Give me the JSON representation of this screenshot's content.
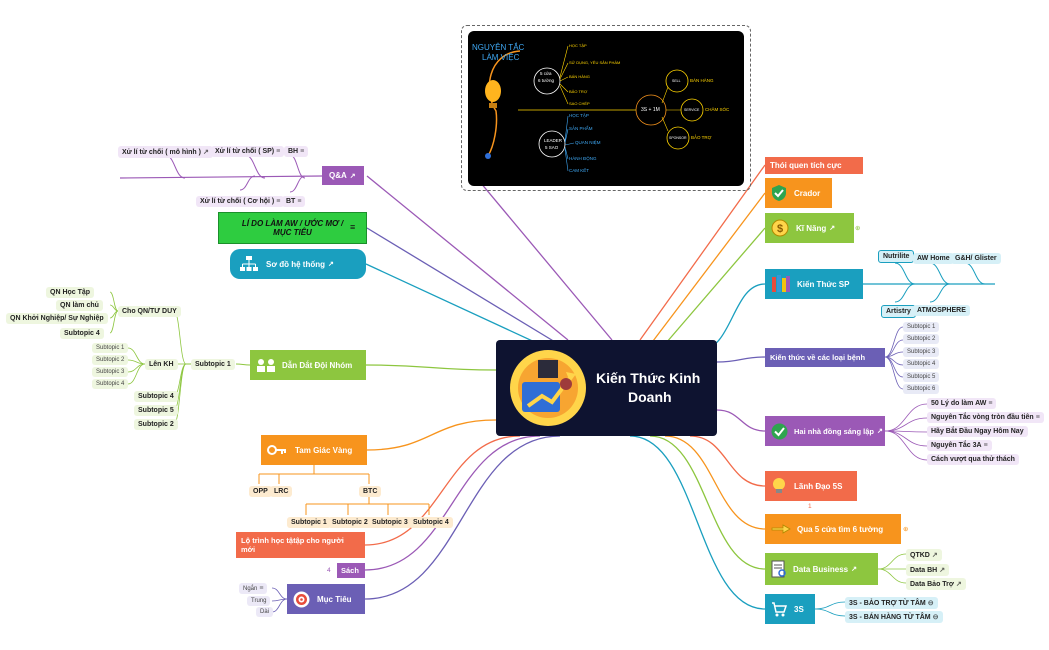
{
  "center": {
    "title_line1": "Kiến Thức Kinh",
    "title_line2": "Doanh"
  },
  "image_panel": {
    "heading_line1": "NGUYÊN TẮC",
    "heading_line2": "LÀM VIỆC",
    "five_doors_line1": "5 cửa",
    "five_doors_line2": "6 tường",
    "five_doors_items": [
      "HỌC TẬP",
      "SỬ DỤNG, YÊU SẢN PHẨM",
      "BÁN HÀNG",
      "BẢO TRỢ",
      "SAO CHÉP"
    ],
    "leader_line1": "LEADER",
    "leader_line2": "5 SAO",
    "leader_items": [
      "HỌC TẬP",
      "SẢN PHẨM",
      "QUAN NIỆM",
      "HÀNH ĐỘNG",
      "CAM KẾT"
    ],
    "hub": "3S + 1M",
    "right_nodes": [
      "SELL",
      "SERVICE",
      "SPONSOR"
    ],
    "right_labels": [
      "BÁN HÀNG",
      "CHĂM SÓC",
      "BẢO TRỢ"
    ]
  },
  "right": {
    "thoi_quen": "Thói quen tích cực",
    "crador": "Crador",
    "ki_nang": "Kĩ Năng",
    "kien_thuc_sp": "Kiến Thức SP",
    "sp_tags": [
      "Nutrilite",
      "AW Home",
      "G&H/ Glister",
      "Artistry",
      "ATMOSPHERE"
    ],
    "benh": "Kiến thức về các loại bệnh",
    "benh_subs": [
      "Subtopic 1",
      "Subtopic 2",
      "Subtopic 3",
      "Subtopic 4",
      "Subtopic 5",
      "Subtopic 6"
    ],
    "hai_nha": "Hai nhà đồng sáng lập",
    "hai_nha_items": [
      "50 Lý do làm AW",
      "Nguyên Tắc vòng tròn đầu tiên",
      "Hãy Bắt Đầu Ngay Hôm Nay",
      "Nguyên Tắc 3A",
      "Cách vượt qua thử thách"
    ],
    "lanh_dao": "Lãnh Đạo 5S",
    "qua5": "Qua 5 cửa tìm 6 tường",
    "data_business": "Data Business",
    "data_items": [
      "QTKD",
      "Data BH",
      "Data Bảo Trợ"
    ],
    "s3": "3S",
    "s3_items": [
      "3S - BẢO TRỢ TỪ TÂM",
      "3S - BÁN HÀNG TỪ TÂM"
    ],
    "counter_1": "1"
  },
  "left": {
    "qa": "Q&A",
    "qa_items": [
      "Xử lí từ chối ( mô hình )",
      "Xử lí từ chối ( SP)",
      "BH",
      "Xử lí từ chối ( Cơ hội )",
      "BT"
    ],
    "li_do_line1": "LÍ DO LÀM AW / ƯỚC MƠ /",
    "li_do_line2": "MỤC TIÊU",
    "so_do": "Sơ đồ hệ thống",
    "dan_dat": "Dẫn Dắt Đội Nhóm",
    "subtopic1": "Subtopic 1",
    "cho_qn": "Cho QN/TƯ DUY",
    "qn_items": [
      "QN Học Tập",
      "QN làm chủ",
      "QN Khởi Nghiệp/ Sự Nghiệp",
      "Subtopic 4"
    ],
    "len_kh": "Lên KH",
    "kh_items": [
      "Subtopic 1",
      "Subtopic 2",
      "Subtopic 3",
      "Subtopic 4"
    ],
    "other_subs": [
      "Subtopic 4",
      "Subtopic 5",
      "Subtopic 2"
    ],
    "tam_giac": "Tam Giác Vàng",
    "tg_items": [
      "OPP",
      "LRC",
      "BTC"
    ],
    "btc_subs": [
      "Subtopic 1",
      "Subtopic 2",
      "Subtopic 3",
      "Subtopic 4"
    ],
    "lo_trinh_line1": "Lộ trình học tậtập cho người",
    "lo_trinh_line2": "mới",
    "sach": "Sách",
    "sach_count": "4",
    "muc_tieu": "Mục Tiêu",
    "mt_items": [
      "Ngắn",
      "Trung",
      "Dài"
    ]
  },
  "colors": {
    "purple": "#9b59b6",
    "green": "#8dc63f",
    "teal": "#1a9fbf",
    "orange": "#f7941d",
    "coral": "#f26b4a",
    "indigo": "#6b5fb5",
    "navy": "#0e1330"
  }
}
